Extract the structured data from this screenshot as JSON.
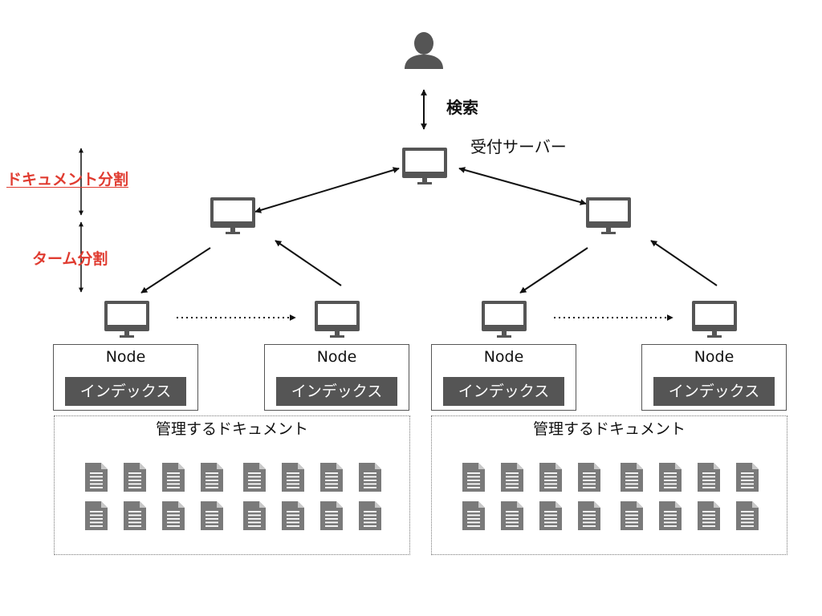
{
  "search_label": "検索",
  "reception_server_label": "受付サーバー",
  "document_split_label": "ドキュメント分割",
  "term_split_label": "ターム分割",
  "nodes": [
    {
      "title": "Node",
      "index_label": "インデックス"
    },
    {
      "title": "Node",
      "index_label": "インデックス"
    },
    {
      "title": "Node",
      "index_label": "インデックス"
    },
    {
      "title": "Node",
      "index_label": "インデックス"
    }
  ],
  "document_groups": [
    {
      "title": "管理するドキュメント"
    },
    {
      "title": "管理するドキュメント"
    }
  ],
  "colors": {
    "accent_red": "#e03c31",
    "icon_gray": "#555555",
    "doc_gray": "#7a7a7a"
  },
  "icons": {
    "user": "user-icon",
    "server": "monitor-icon",
    "document": "document-icon"
  }
}
